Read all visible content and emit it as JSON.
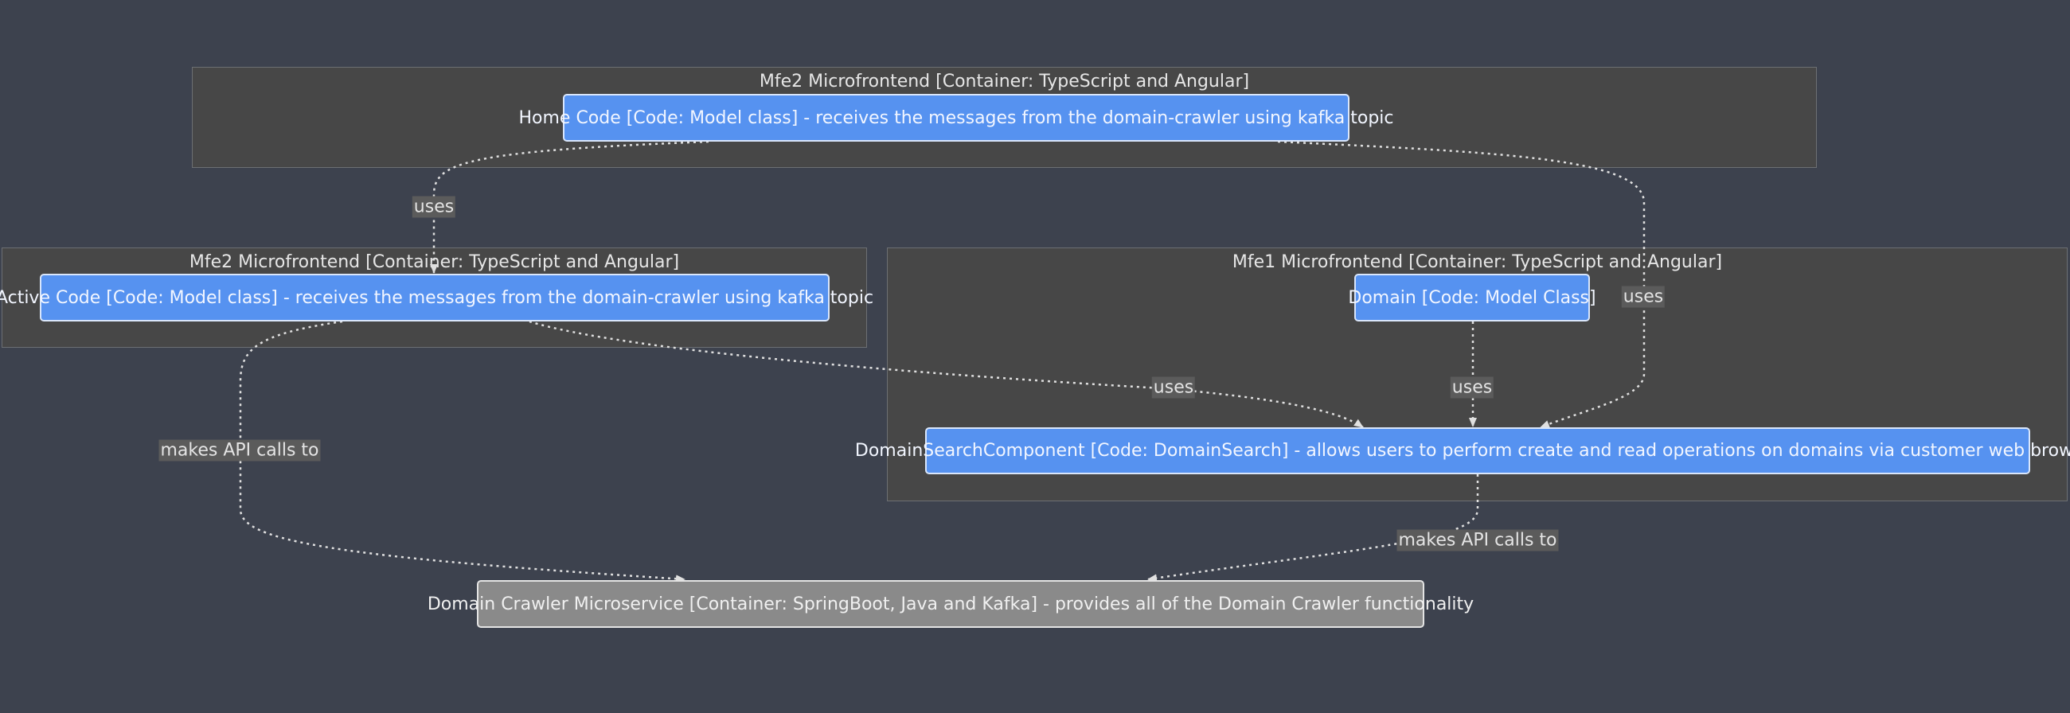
{
  "clusters": {
    "mfe2_home": {
      "title": "Mfe2 Microfrontend [Container: TypeScript and Angular]"
    },
    "mfe2_active": {
      "title": "Mfe2 Microfrontend [Container: TypeScript and Angular]"
    },
    "mfe1": {
      "title": "Mfe1 Microfrontend [Container: TypeScript and Angular]"
    }
  },
  "nodes": {
    "home_code": "Home Code [Code: Model class] - receives the messages from the domain-crawler using kafka topic",
    "active_code": "Active Code [Code: Model class] - receives the messages from the domain-crawler using kafka topic",
    "domain": "Domain [Code: Model Class]",
    "domain_search": "DomainSearchComponent [Code: DomainSearch] - allows users to perform create and read operations on domains via customer web browser",
    "crawler": "Domain Crawler Microservice [Container: SpringBoot, Java and Kafka] - provides all of the Domain Crawler functionality"
  },
  "edges": {
    "home_to_active": "uses",
    "home_to_search": "uses",
    "active_to_search": "uses",
    "domain_to_search": "uses",
    "active_to_crawler": "makes API calls to",
    "search_to_crawler": "makes API calls to"
  },
  "colors": {
    "background": "#3d424e",
    "cluster_fill": "#474747",
    "code_node": "#5692f0",
    "service_node": "#8a8a8a",
    "edge": "#e0e0e0"
  }
}
